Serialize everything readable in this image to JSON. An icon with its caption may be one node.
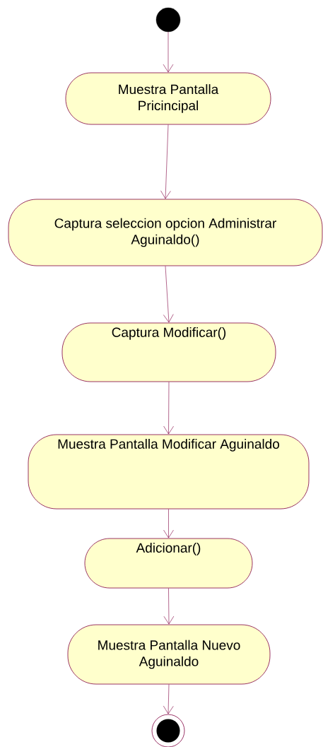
{
  "diagram": {
    "nodes": [
      {
        "text": [],
        "shape": "circle"
      },
      {
        "text": [
          "Muestra Pantalla Pricincipal"
        ]
      },
      {
        "text": [
          "Captura seleccion opcion Administrar Aguinaldo()"
        ]
      },
      {
        "text": [
          "Captura Modificar()"
        ]
      },
      {
        "text": [
          "Muestra Pantalla Modificar Aguinaldo"
        ]
      },
      {
        "text": [
          "Adicionar()"
        ]
      },
      {
        "text": [
          "Muestra Pantalla Nuevo Aguinaldo"
        ]
      },
      {
        "text": [],
        "shape": "bullseye"
      }
    ],
    "edges": [
      {
        "from": 0,
        "to": 1,
        "arrow": "to"
      },
      {
        "from": 1,
        "to": 2,
        "arrow": "to"
      },
      {
        "from": 2,
        "to": 3,
        "arrow": "to"
      },
      {
        "from": 3,
        "to": 4,
        "arrow": "to"
      },
      {
        "from": 4,
        "to": 5,
        "arrow": "to"
      },
      {
        "from": 5,
        "to": 6,
        "arrow": "to"
      },
      {
        "from": 6,
        "to": 7,
        "arrow": "to"
      }
    ]
  }
}
